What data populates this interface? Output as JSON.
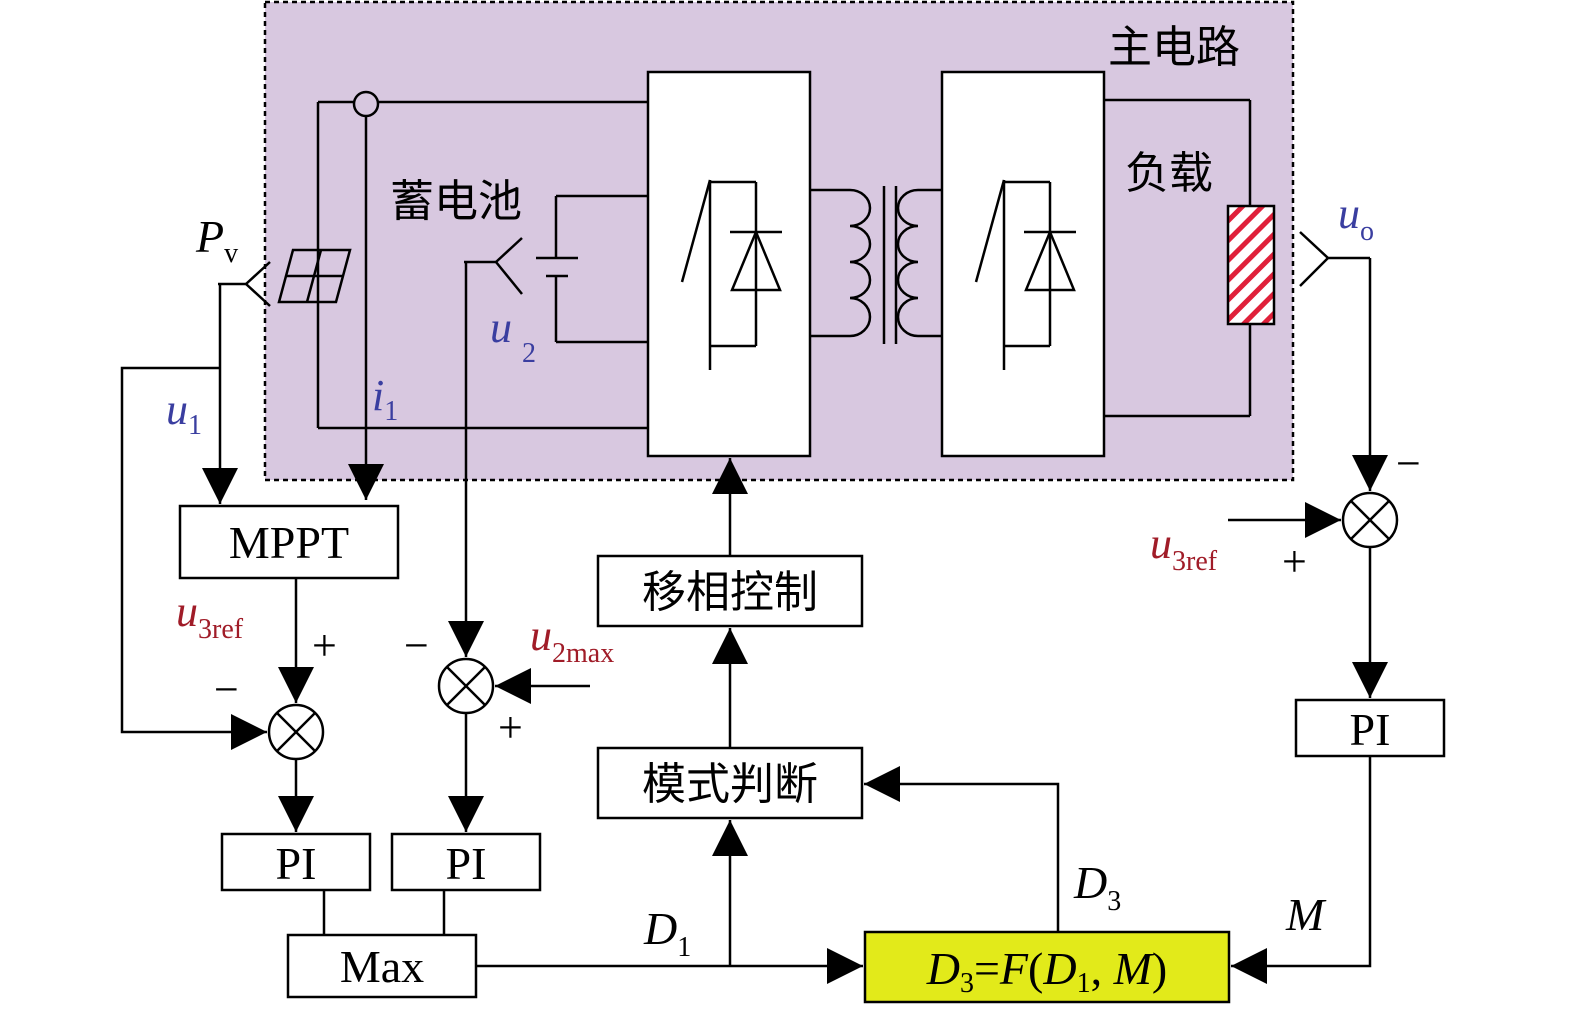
{
  "main_circuit": {
    "title": "主电路",
    "battery_label": "蓄电池",
    "load_label": "负载",
    "panel_symbol": "P",
    "panel_symbol_sub": "v"
  },
  "signals": {
    "u1": "u",
    "u1_sub": "1",
    "i1": "i",
    "i1_sub": "1",
    "u2": "u",
    "u2_sub": "2",
    "uo": "u",
    "uo_sub": "o",
    "u3ref_left": "u",
    "u3ref_left_sub": "3ref",
    "u3ref_right": "u",
    "u3ref_right_sub": "3ref",
    "u2max": "u",
    "u2max_sub": "2max",
    "D1": "D",
    "D1_sub": "1",
    "D3": "D",
    "D3_sub": "3",
    "M": "M"
  },
  "signs": {
    "plus": "+",
    "minus": "−"
  },
  "blocks": {
    "mppt": "MPPT",
    "pi_left": "PI",
    "pi_mid": "PI",
    "pi_right": "PI",
    "max": "Max",
    "phase_shift": "移相控制",
    "mode_judge": "模式判断",
    "formula": {
      "a": "D",
      "a_sub": "3",
      "b": "=",
      "c": "F",
      "d": "(",
      "e": "D",
      "e_sub": "1",
      "f": ", ",
      "g": "M",
      "h": ")"
    }
  },
  "colors": {
    "main_bg": "#d8c8e0",
    "formula_bg": "#e2ea1a",
    "signal_blue": "#3a3ea0",
    "reference_red": "#a01c28",
    "load_stripe": "#e0203a"
  }
}
